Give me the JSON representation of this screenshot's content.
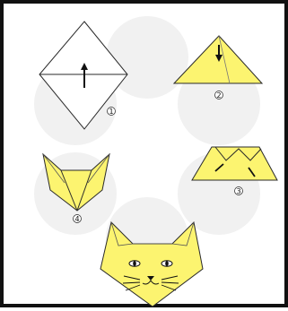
{
  "colors": {
    "paper_front": "#ffffff",
    "paper_colored": "#fcf470",
    "outline": "#2a2a2a",
    "watermark": "#f1f1f1",
    "frame": "#111111"
  },
  "steps": [
    {
      "number": "1",
      "icon": "white-square-diamond-with-diagonal-and-up-arrow"
    },
    {
      "number": "2",
      "icon": "yellow-triangle-with-down-arrow"
    },
    {
      "number": "3",
      "icon": "yellow-trapezoid-with-ear-folds"
    },
    {
      "number": "4",
      "icon": "yellow-cat-head-back-view"
    }
  ],
  "result_icon": "yellow-origami-cat-face"
}
